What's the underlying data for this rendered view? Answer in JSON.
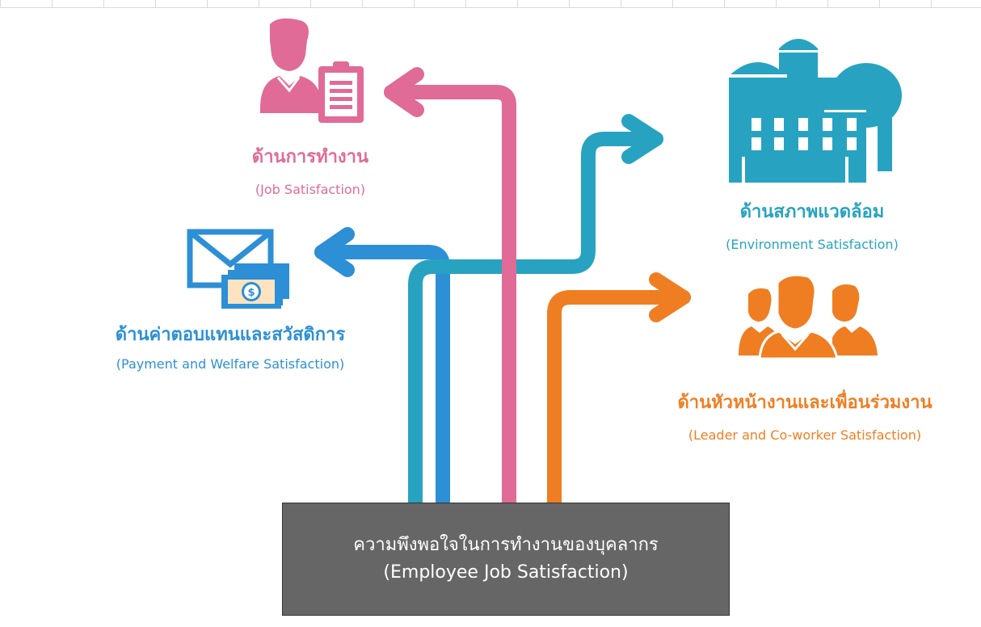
{
  "center": {
    "title_th": "ความพึงพอใจในการทำงานของบุคลากร",
    "title_en": "(Employee Job Satisfaction)"
  },
  "categories": [
    {
      "id": "job",
      "title_th": "ด้านการทำงาน",
      "title_en": "(Job Satisfaction)",
      "color": "#e06b97",
      "icon": "employee-clipboard-icon"
    },
    {
      "id": "payment",
      "title_th": "ด้านค่าตอบแทนและสวัสดิการ",
      "title_en": "(Payment and Welfare Satisfaction)",
      "color": "#2d8fd5",
      "icon": "envelope-money-icon"
    },
    {
      "id": "environment",
      "title_th": "ด้านสภาพแวดล้อม",
      "title_en": "(Environment Satisfaction)",
      "color": "#27a3c1",
      "icon": "factory-icon"
    },
    {
      "id": "leader",
      "title_th": "ด้านหัวหน้างานและเพื่อนร่วมงาน",
      "title_en": "(Leader and Co-worker Satisfaction)",
      "color": "#ef7e22",
      "icon": "team-icon"
    }
  ]
}
